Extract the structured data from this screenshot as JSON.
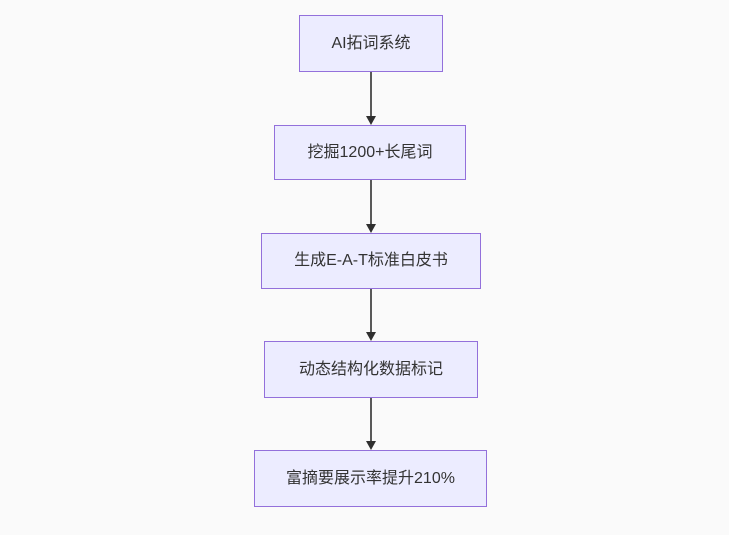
{
  "diagram": {
    "type": "flowchart",
    "direction": "top-down",
    "colors": {
      "background": "#fafafa",
      "node_fill": "#ECECFF",
      "node_border": "#9370DB",
      "node_text": "#333333",
      "edge_line": "#595959",
      "arrowhead": "#2f2f2f"
    },
    "nodes": [
      {
        "label": "AI拓词系统"
      },
      {
        "label": "挖掘1200+长尾词"
      },
      {
        "label": "生成E-A-T标准白皮书"
      },
      {
        "label": "动态结构化数据标记"
      },
      {
        "label": "富摘要展示率提升210%"
      }
    ],
    "edges": [
      {
        "from": "AI拓词系统",
        "to": "挖掘1200+长尾词"
      },
      {
        "from": "挖掘1200+长尾词",
        "to": "生成E-A-T标准白皮书"
      },
      {
        "from": "生成E-A-T标准白皮书",
        "to": "动态结构化数据标记"
      },
      {
        "from": "动态结构化数据标记",
        "to": "富摘要展示率提升210%"
      }
    ]
  }
}
